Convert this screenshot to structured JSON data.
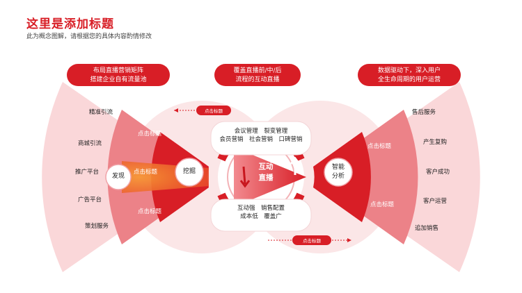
{
  "header": {
    "title": "这里是添加标题",
    "subtitle": "此为概念图解，请根据您的具体内容酌情修改"
  },
  "top_pills": [
    {
      "line1": "布局直播营销矩阵",
      "line2": "搭建企业自有流量池"
    },
    {
      "line1": "覆盖直播前/中/后",
      "line2": "流程的互动直播"
    },
    {
      "line1": "数据驱动下，深入用户",
      "line2": "全生命周期的用户运营"
    }
  ],
  "left_outer_items": [
    "精准引流",
    "商城引流",
    "推广平台",
    "广告平台",
    "策划服务"
  ],
  "left_mid_items": [
    "点击标题",
    "点击标题",
    "点击标题"
  ],
  "left_circles": {
    "discover": "发现",
    "mine": "挖掘"
  },
  "right_outer_items": [
    "售后服务",
    "产生复购",
    "客户成功",
    "客户运营",
    "追加销售"
  ],
  "right_mid_items": [
    "点击标题",
    "点击标题"
  ],
  "right_circle": {
    "line1": "智能",
    "line2": "分析"
  },
  "center": {
    "top_line1": "会议管理　裂变管理",
    "top_line2": "会员营销　社会营销　口碑营销",
    "core_line1": "互动",
    "core_line2": "直播",
    "bottom_line1": "互动强　销售配置",
    "bottom_line2": "成本低　覆盖广"
  },
  "small_pills": {
    "top": "点击标题",
    "bottom": "点击标题"
  },
  "colors": {
    "primary": "#d81e26",
    "dark": "#c8161e",
    "pink": "#f6c9cc",
    "light_pink": "#fbe6e7"
  }
}
